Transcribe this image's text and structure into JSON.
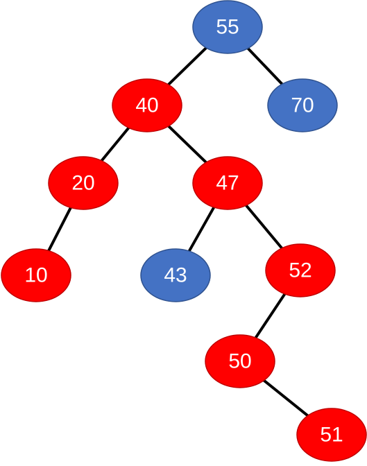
{
  "colors": {
    "red": "#ff0000",
    "blue": "#4472c4",
    "edge": "#000000",
    "label": "#ffffff"
  },
  "tree": {
    "nodes": [
      {
        "id": "n55",
        "label": "55",
        "color": "blue"
      },
      {
        "id": "n40",
        "label": "40",
        "color": "red"
      },
      {
        "id": "n70",
        "label": "70",
        "color": "blue"
      },
      {
        "id": "n20",
        "label": "20",
        "color": "red"
      },
      {
        "id": "n47",
        "label": "47",
        "color": "red"
      },
      {
        "id": "n10",
        "label": "10",
        "color": "red"
      },
      {
        "id": "n43",
        "label": "43",
        "color": "blue"
      },
      {
        "id": "n52",
        "label": "52",
        "color": "red"
      },
      {
        "id": "n50",
        "label": "50",
        "color": "red"
      },
      {
        "id": "n51",
        "label": "51",
        "color": "red"
      }
    ],
    "edges": [
      [
        "n55",
        "n40"
      ],
      [
        "n55",
        "n70"
      ],
      [
        "n40",
        "n20"
      ],
      [
        "n40",
        "n47"
      ],
      [
        "n20",
        "n10"
      ],
      [
        "n47",
        "n43"
      ],
      [
        "n47",
        "n52"
      ],
      [
        "n52",
        "n50"
      ],
      [
        "n50",
        "n51"
      ]
    ]
  }
}
